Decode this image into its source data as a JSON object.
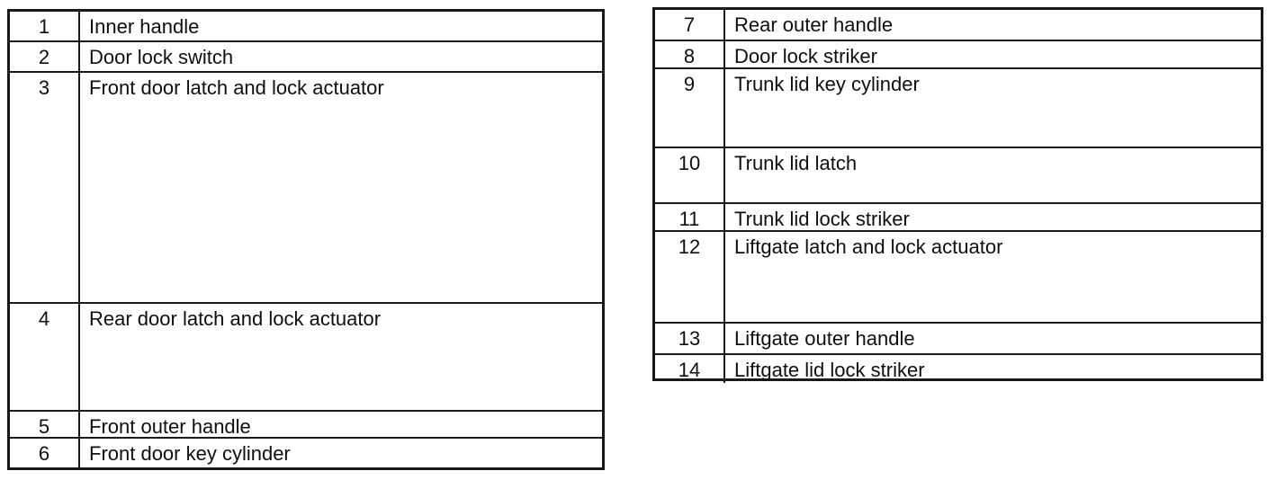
{
  "document": {
    "background_color": "#ffffff",
    "ink_color": "#0f0f0f",
    "border_color": "#1a1a1a"
  },
  "left_table": {
    "rows": [
      {
        "number": "1",
        "label": "Inner handle"
      },
      {
        "number": "2",
        "label": "Door lock switch"
      },
      {
        "number": "3",
        "label": "Front door latch and lock actuator"
      },
      {
        "number": "4",
        "label": "Rear door latch and lock actuator"
      },
      {
        "number": "5",
        "label": "Front outer handle"
      },
      {
        "number": "6",
        "label": "Front door key cylinder"
      }
    ]
  },
  "right_table": {
    "rows": [
      {
        "number": "7",
        "label": "Rear outer handle"
      },
      {
        "number": "8",
        "label": "Door lock striker"
      },
      {
        "number": "9",
        "label": "Trunk lid key cylinder"
      },
      {
        "number": "10",
        "label": "Trunk lid latch"
      },
      {
        "number": "11",
        "label": "Trunk lid lock striker"
      },
      {
        "number": "12",
        "label": "Liftgate latch and lock actuator"
      },
      {
        "number": "13",
        "label": "Liftgate outer handle"
      },
      {
        "number": "14",
        "label": "Liftgate lid lock striker"
      }
    ]
  }
}
